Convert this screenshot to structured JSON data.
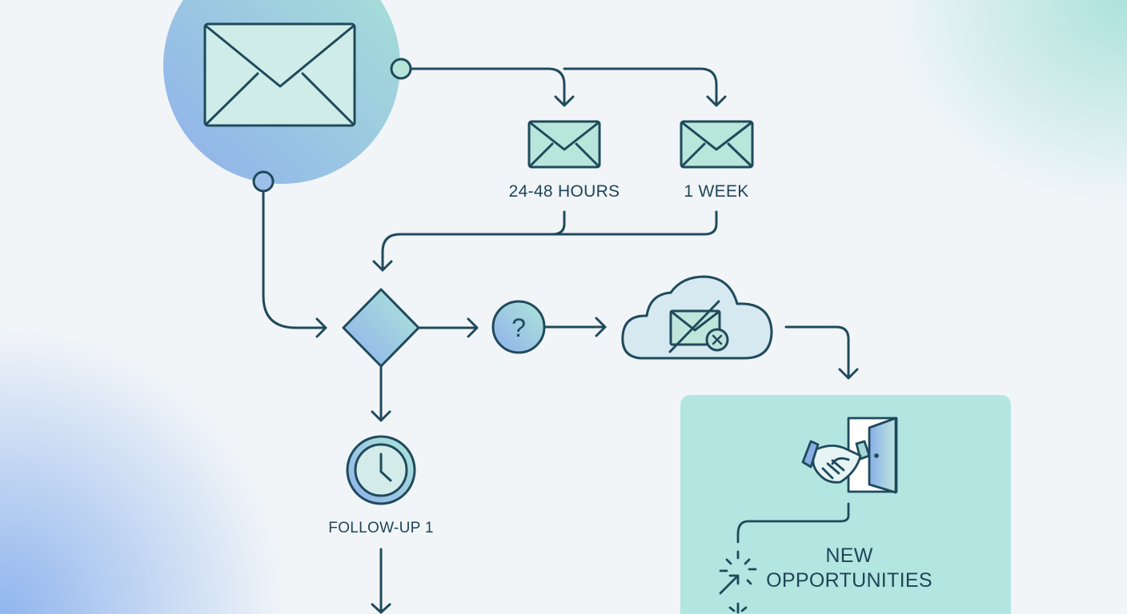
{
  "labels": {
    "delay_short": "24-48 HOURS",
    "delay_long": "1 WEEK",
    "follow_up": "FOLLOW-UP 1",
    "outcome_line1": "NEW",
    "outcome_line2": "OPPORTUNITIES",
    "question_mark": "?"
  },
  "colors": {
    "stroke": "#1f4a5c",
    "outcome_panel": "#b3e6e0",
    "accent_blue": "#8fb3ea",
    "accent_teal": "#a8e2d8"
  },
  "icons": [
    "envelope-icon",
    "clock-icon",
    "decision-diamond-icon",
    "question-icon",
    "cloud-undelivered-mail-icon",
    "handshake-icon",
    "door-icon",
    "sparkle-arrow-icon"
  ]
}
